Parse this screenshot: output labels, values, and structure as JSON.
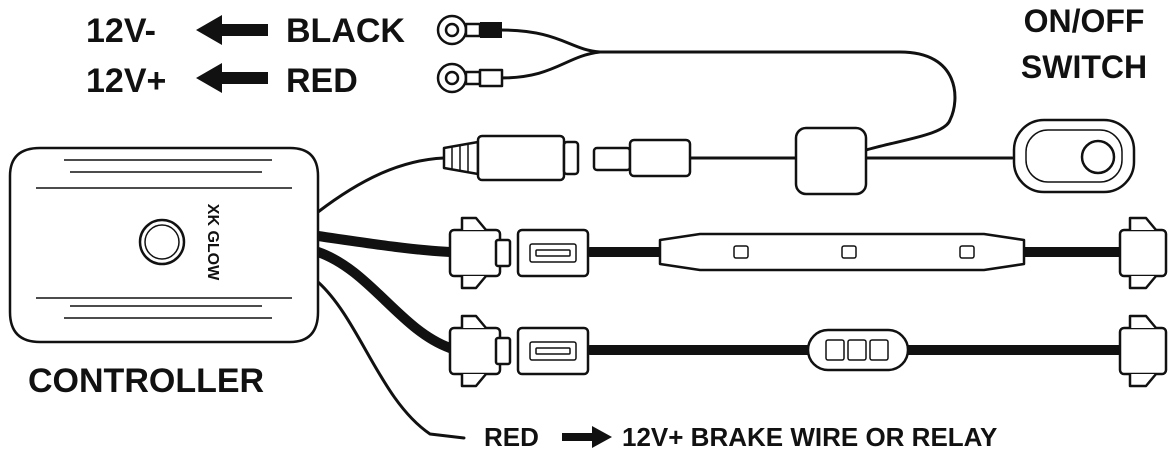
{
  "labels": {
    "neg_voltage": "12V-",
    "pos_voltage": "12V+",
    "black": "BLACK",
    "red": "RED",
    "switch_line1": "ON/OFF",
    "switch_line2": "SWITCH",
    "controller": "CONTROLLER",
    "brake_red": "RED",
    "brake_target": "12V+ BRAKE WIRE OR RELAY"
  },
  "logo": {
    "text": "XK GLOW"
  },
  "colors": {
    "ink": "#111111",
    "background": "#ffffff"
  }
}
